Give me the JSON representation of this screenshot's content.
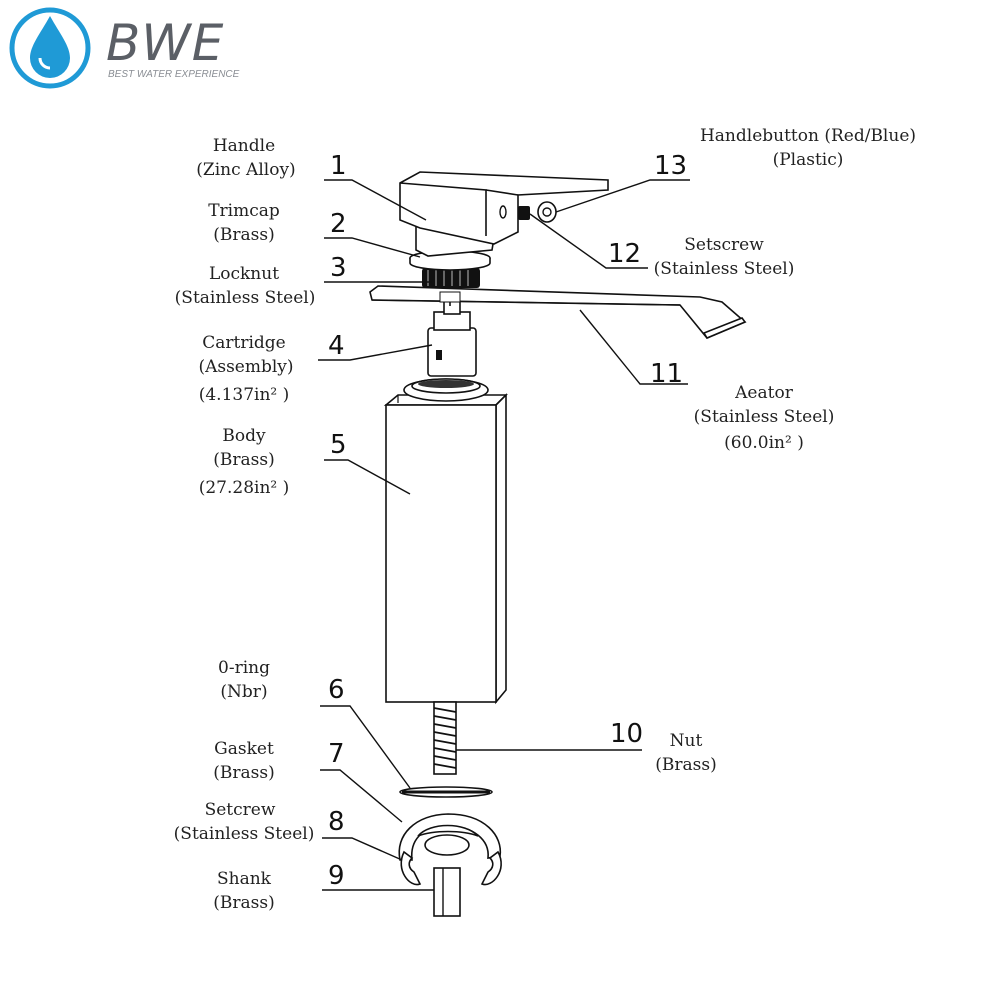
{
  "brand": {
    "name": "BWE",
    "tagline": "BEST WATER EXPERIENCE",
    "accent": "#1f9ad6"
  },
  "parts": [
    {
      "num": "1",
      "name": "Handle",
      "material": "(Zinc Alloy)"
    },
    {
      "num": "2",
      "name": "Trimcap",
      "material": "(Brass)"
    },
    {
      "num": "3",
      "name": "Locknut",
      "material": "(Stainless Steel)"
    },
    {
      "num": "4",
      "name": "Cartridge",
      "material": "(Assembly)",
      "size": "(4.137in² )"
    },
    {
      "num": "5",
      "name": "Body",
      "material": "(Brass)",
      "size": "(27.28in² )"
    },
    {
      "num": "6",
      "name": "0-ring",
      "material": "(Nbr)"
    },
    {
      "num": "7",
      "name": "Gasket",
      "material": "(Brass)"
    },
    {
      "num": "8",
      "name": "Setcrew",
      "material": "(Stainless Steel)"
    },
    {
      "num": "9",
      "name": "Shank",
      "material": "(Brass)"
    },
    {
      "num": "10",
      "name": "Nut",
      "material": "(Brass)"
    },
    {
      "num": "11",
      "name": "Aeator",
      "material": "(Stainless Steel)",
      "size": "(60.0in² )"
    },
    {
      "num": "12",
      "name": "Setscrew",
      "material": "(Stainless Steel)"
    },
    {
      "num": "13",
      "name": "Handlebutton (Red/Blue)",
      "material": "(Plastic)"
    }
  ]
}
